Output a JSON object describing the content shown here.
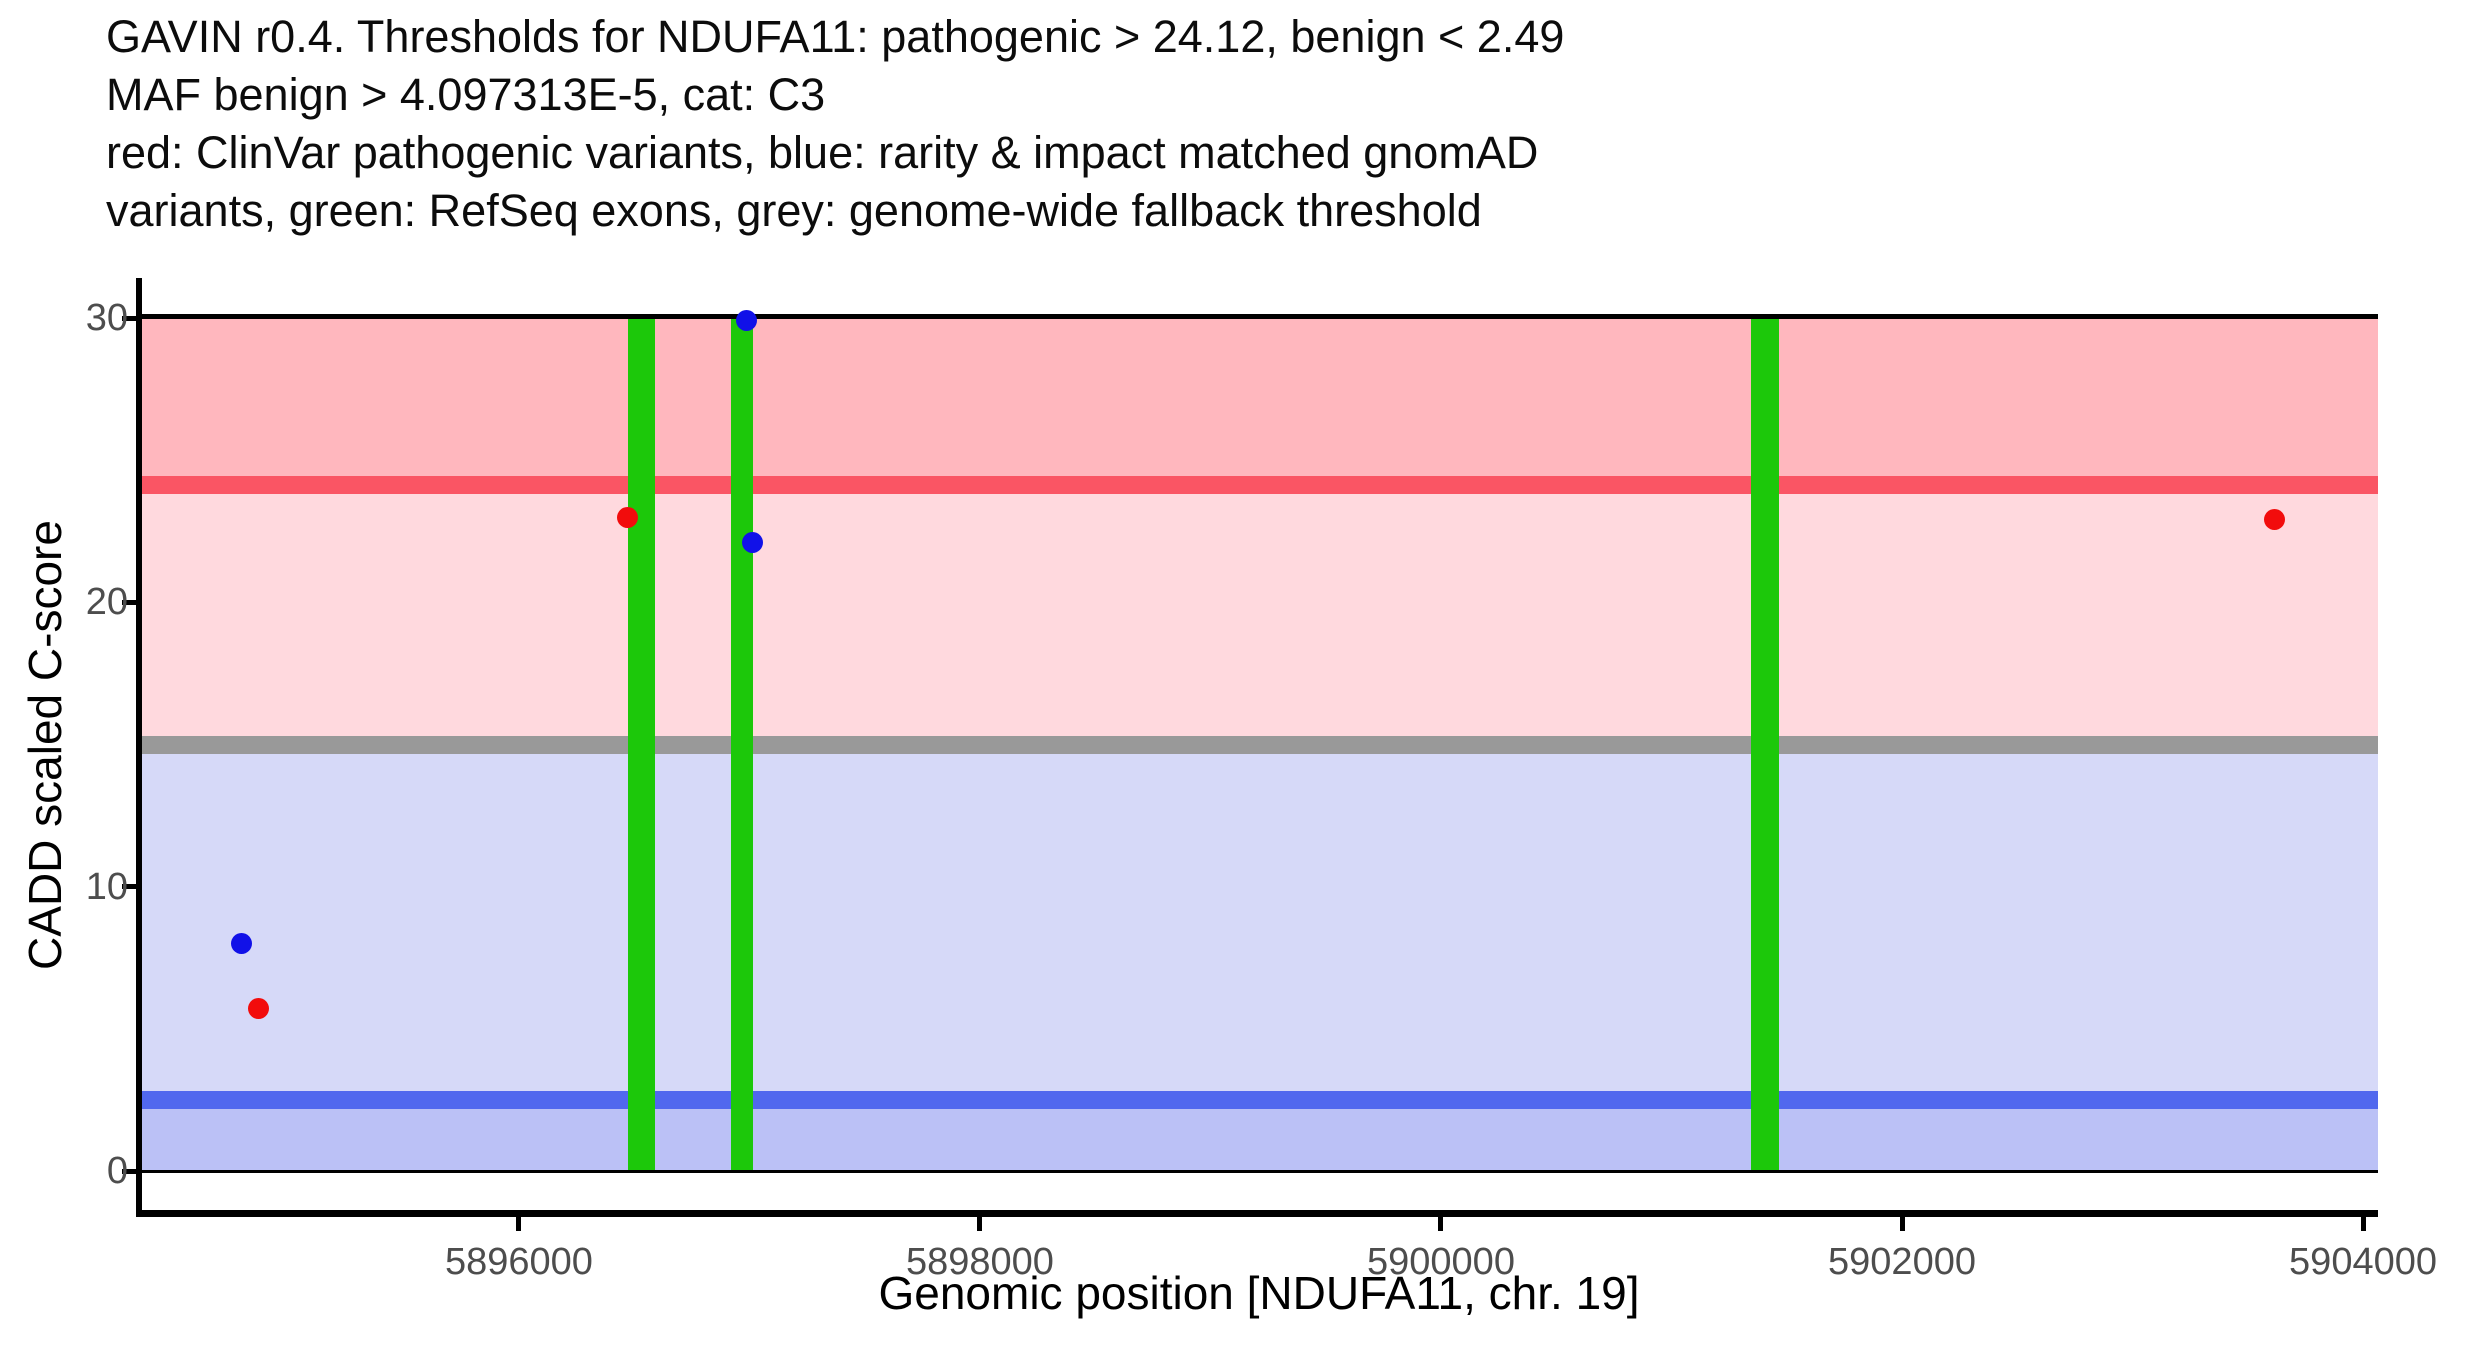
{
  "chart_data": {
    "type": "scatter",
    "title_lines": [
      "GAVIN r0.4. Thresholds for NDUFA11: pathogenic > 24.12, benign < 2.49",
      "MAF benign > 4.097313E-5, cat: C3",
      "red: ClinVar pathogenic variants, blue: rarity & impact matched gnomAD",
      "variants, green: RefSeq exons, grey: genome-wide fallback threshold"
    ],
    "xlabel": "Genomic position [NDUFA11, chr. 19]",
    "ylabel": "CADD scaled C-score",
    "gene": "NDUFA11",
    "chromosome": "19",
    "thresholds": {
      "pathogenic_gt": 24.12,
      "benign_lt": 2.49,
      "maf_benign_gt": "4.097313E-5",
      "category": "C3",
      "genome_wide_fallback": 15
    },
    "x_axis": {
      "min": 5894356,
      "max": 5904065,
      "ticks": [
        5896000,
        5898000,
        5900000,
        5902000,
        5904000
      ],
      "tick_labels": [
        "5896000",
        "5898000",
        "5900000",
        "5902000",
        "5904000"
      ]
    },
    "y_axis": {
      "min": 0,
      "max": 30,
      "ticks": [
        0,
        10,
        20,
        30
      ],
      "tick_labels": [
        "0",
        "10",
        "20",
        "30"
      ]
    },
    "bands": [
      {
        "name": "pathogenic-zone",
        "from": 24.12,
        "to": 30,
        "color": "#FFB7BE"
      },
      {
        "name": "vous-upper-zone",
        "from": 15,
        "to": 24.12,
        "color": "#FFD9DE"
      },
      {
        "name": "vous-lower-zone",
        "from": 2.49,
        "to": 15,
        "color": "#D6D9F8"
      },
      {
        "name": "benign-zone",
        "from": 0,
        "to": 2.49,
        "color": "#BBC1F6"
      }
    ],
    "threshold_lines": [
      {
        "name": "pathogenic-threshold-line",
        "y": 24.12,
        "color": "#FA5564"
      },
      {
        "name": "genome-wide-fallback-line",
        "y": 15,
        "color": "#999999"
      },
      {
        "name": "benign-threshold-line",
        "y": 2.49,
        "color": "#5168EE"
      }
    ],
    "exons": [
      {
        "start": 5896473,
        "end": 5896590
      },
      {
        "start": 5896920,
        "end": 5897015
      },
      {
        "start": 5901345,
        "end": 5901466
      }
    ],
    "exon_color": "#1CC80A",
    "series": [
      {
        "name": "ClinVar pathogenic variants",
        "color": "#F20C0C",
        "points": [
          [
            5896469,
            23.0
          ],
          [
            5903617,
            22.9
          ],
          [
            5894872,
            5.7
          ]
        ]
      },
      {
        "name": "rarity & impact matched gnomAD variants",
        "color": "#1111E8",
        "points": [
          [
            5896989,
            29.9
          ],
          [
            5897015,
            22.1
          ],
          [
            5894797,
            8.0
          ]
        ]
      }
    ],
    "frame_lines": [
      {
        "name": "band-top-border",
        "y": 30,
        "color": "#000000"
      },
      {
        "name": "band-bottom-border",
        "y": 0,
        "color": "#000000"
      }
    ]
  }
}
